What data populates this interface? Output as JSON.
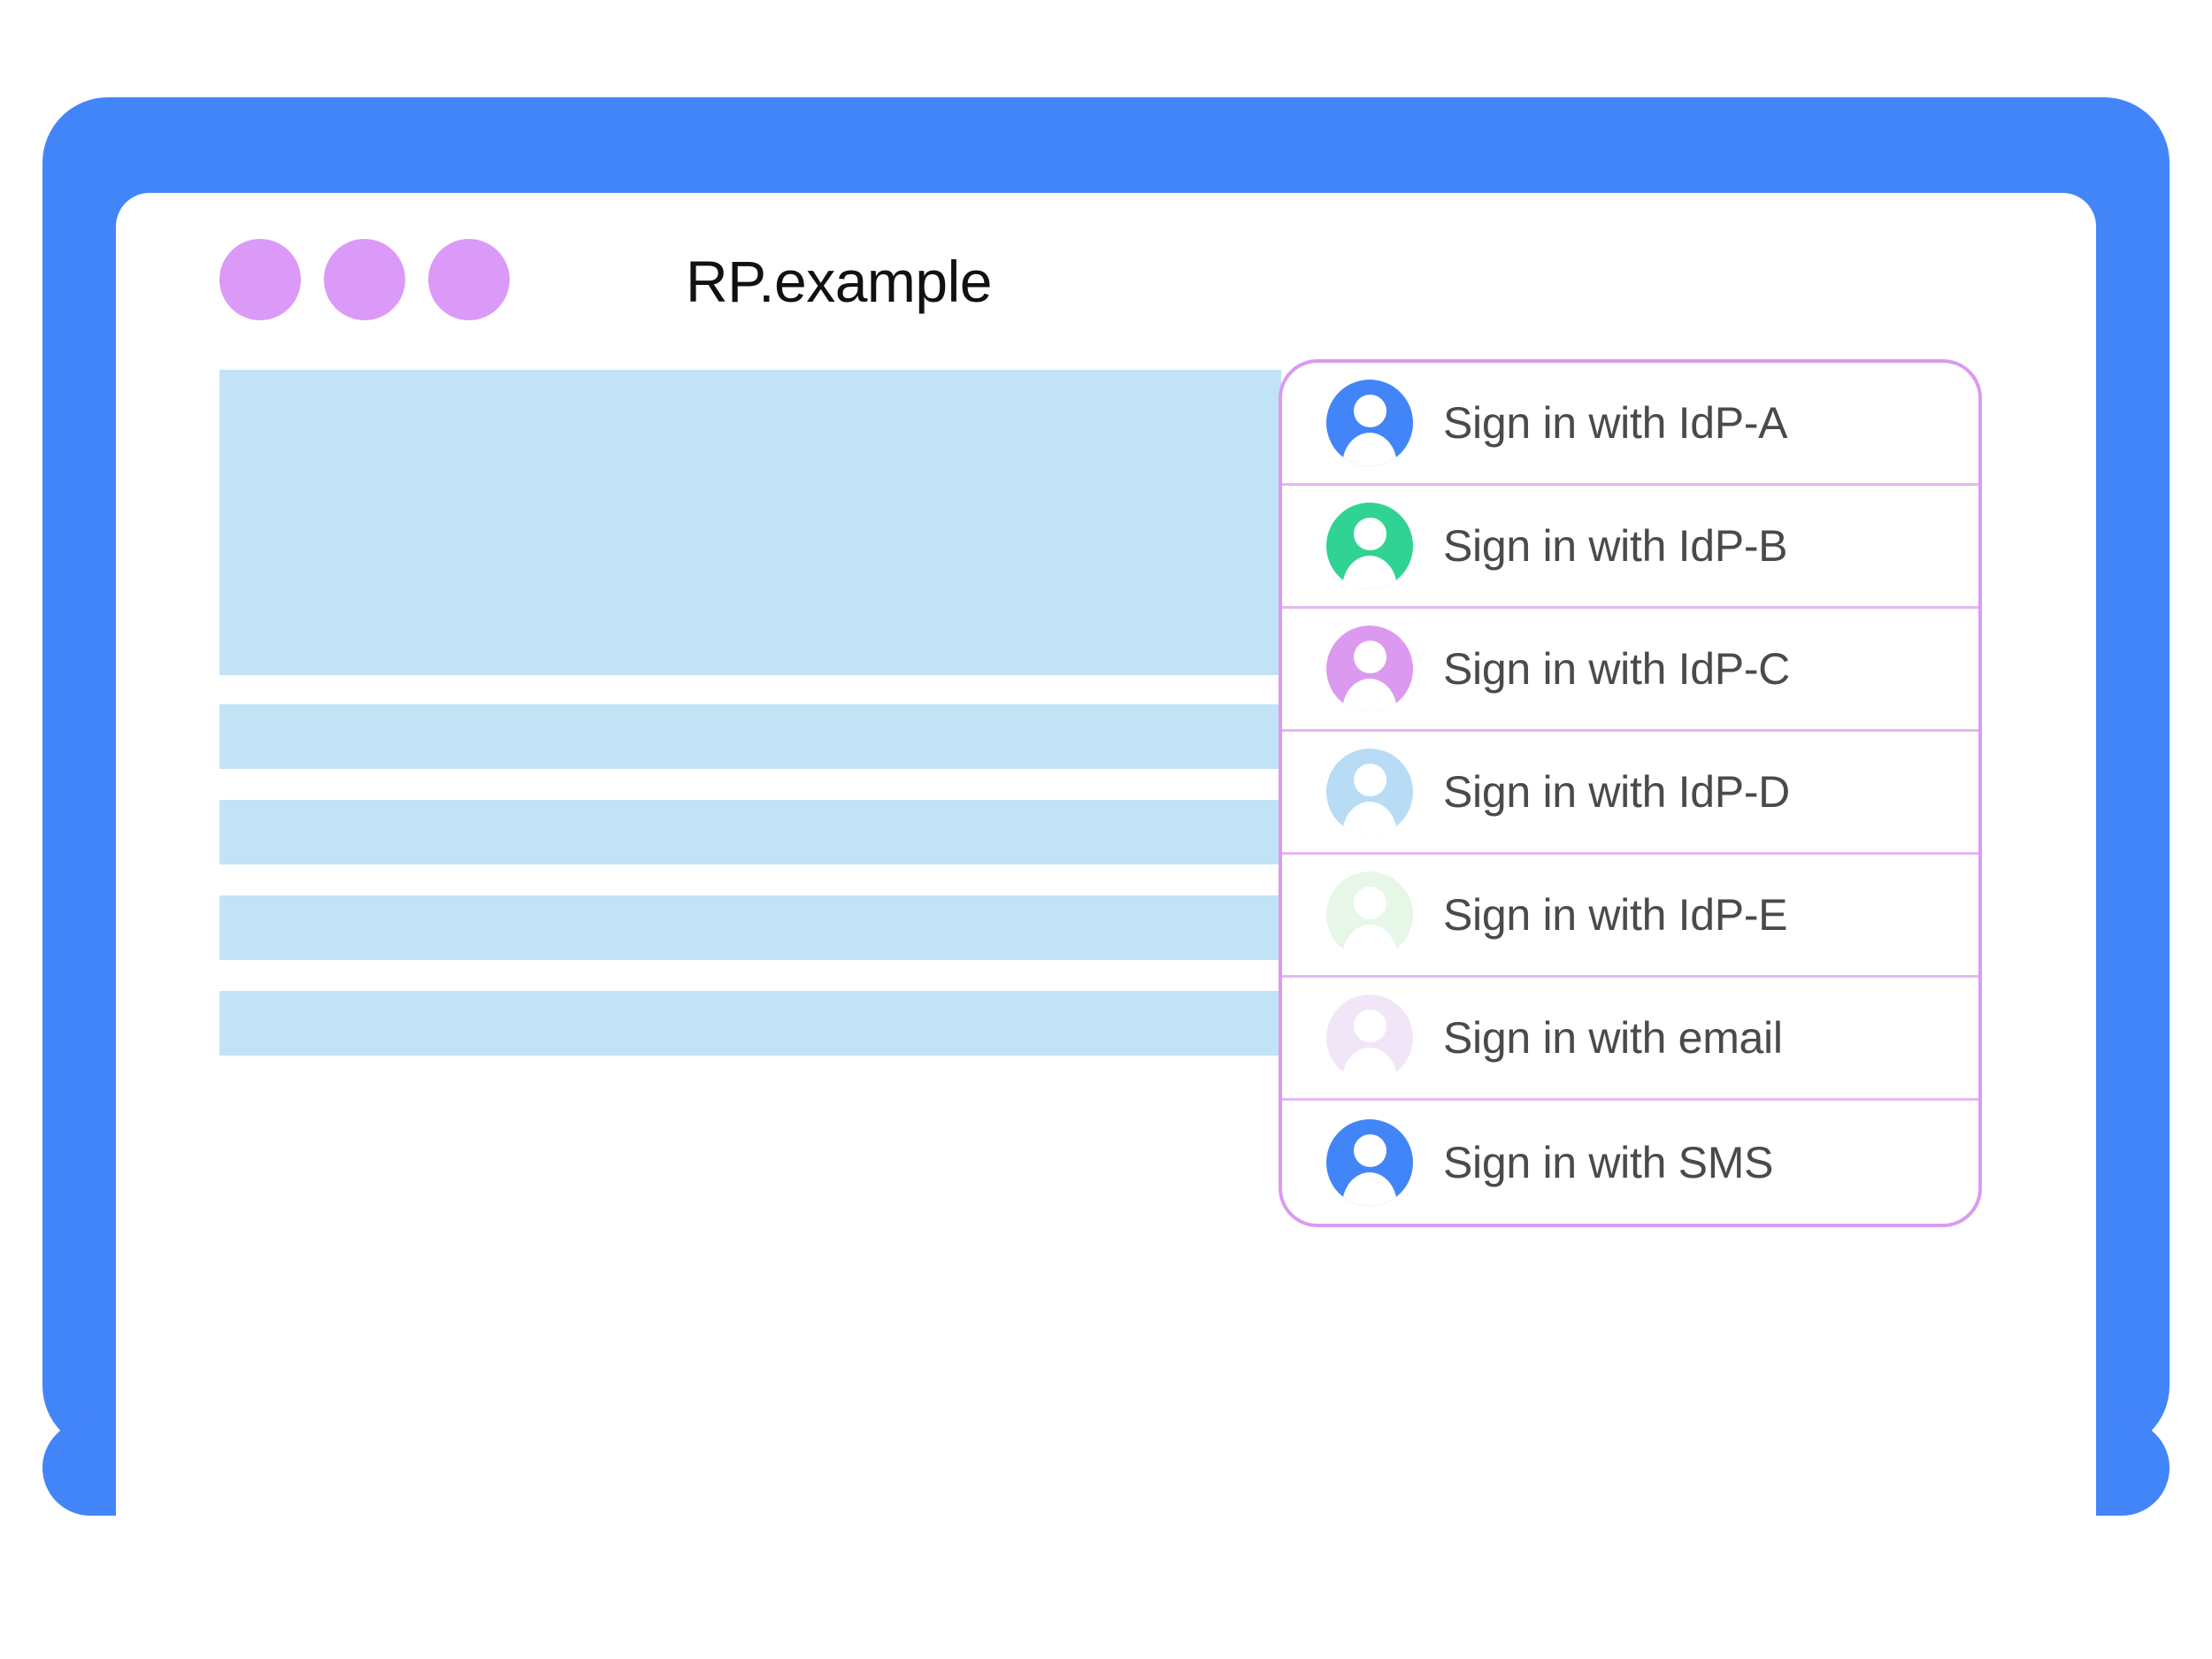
{
  "window": {
    "title": "RP.example",
    "dots": [
      "window-dot-1",
      "window-dot-2",
      "window-dot-3"
    ],
    "frame_color": "#4285F8",
    "dot_color": "#DB9AF8"
  },
  "content": {
    "placeholder_color": "#C2E3F5",
    "blocks": [
      {
        "name": "hero-placeholder",
        "kind": "hero"
      },
      {
        "name": "text-placeholder-1",
        "kind": "line"
      },
      {
        "name": "text-placeholder-2",
        "kind": "line"
      },
      {
        "name": "text-placeholder-3",
        "kind": "line"
      },
      {
        "name": "text-placeholder-4",
        "kind": "line"
      }
    ]
  },
  "account_chooser": {
    "border_color": "#DB9AF0",
    "separator_color": "#E4B9F2",
    "label_color": "#4A4A4A",
    "accounts": [
      {
        "label": "Sign in with IdP-A",
        "avatar_color": "#4285F8",
        "icon": "person-avatar-icon"
      },
      {
        "label": "Sign in with IdP-B",
        "avatar_color": "#30D394",
        "icon": "person-avatar-icon"
      },
      {
        "label": "Sign in with IdP-C",
        "avatar_color": "#DB9AF0",
        "icon": "person-avatar-icon"
      },
      {
        "label": "Sign in with IdP-D",
        "avatar_color": "#B8DCF5",
        "icon": "person-avatar-icon"
      },
      {
        "label": "Sign in with IdP-E",
        "avatar_color": "#E6F7E8",
        "icon": "person-avatar-icon"
      },
      {
        "label": "Sign in with email",
        "avatar_color": "#F0E6F8",
        "icon": "person-avatar-icon"
      },
      {
        "label": "Sign in with SMS",
        "avatar_color": "#4285F8",
        "icon": "person-avatar-icon"
      }
    ]
  }
}
